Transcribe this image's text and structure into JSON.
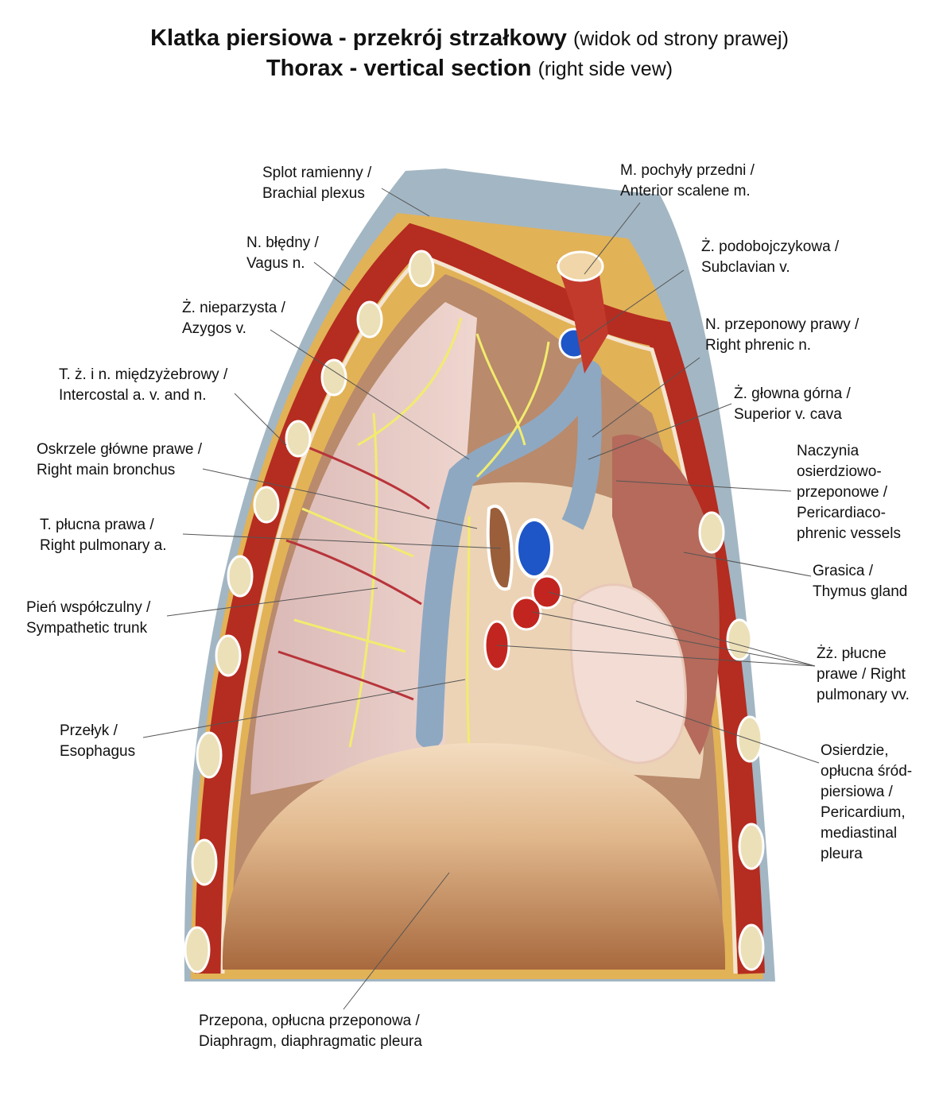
{
  "title": {
    "line1_bold": "Klatka piersiowa - przekrój strzałkowy",
    "line1_normal": "(widok od strony prawej)",
    "line2_bold": "Thorax - vertical section",
    "line2_normal": "(right side vew)"
  },
  "labels_left": [
    {
      "id": "brachial-plexus",
      "text": "Splot ramienny /\nBrachial plexus"
    },
    {
      "id": "vagus",
      "text": "N. błędny /\nVagus n."
    },
    {
      "id": "azygos",
      "text": "Ż. nieparzysta /\nAzygos v."
    },
    {
      "id": "intercostal",
      "text": "T. ż. i n. międzyżebrowy /\nIntercostal a. v. and n."
    },
    {
      "id": "bronchus",
      "text": "Oskrzele główne prawe /\nRight main bronchus"
    },
    {
      "id": "pulmonary-a",
      "text": "T. płucna prawa /\nRight pulmonary a."
    },
    {
      "id": "sympathetic",
      "text": "Pień współczulny /\nSympathetic trunk"
    },
    {
      "id": "esophagus",
      "text": "Przełyk /\nEsophagus"
    },
    {
      "id": "diaphragm",
      "text": "Przepona, opłucna przeponowa /\nDiaphragm, diaphragmatic pleura"
    }
  ],
  "labels_right": [
    {
      "id": "scalene",
      "text": "M. pochyły przedni /\nAnterior scalene m."
    },
    {
      "id": "subclavian",
      "text": "Ż. podobojczykowa /\nSubclavian v."
    },
    {
      "id": "phrenic",
      "text": "N. przeponowy prawy /\nRight phrenic n."
    },
    {
      "id": "svc",
      "text": "Ż. głowna górna /\nSuperior v. cava"
    },
    {
      "id": "pericardiacophrenic",
      "text": "Naczynia\nosierdziowo-\nprzeponowe /\nPericardiaco-\nphrenic vessels"
    },
    {
      "id": "thymus",
      "text": "Grasica /\nThymus gland"
    },
    {
      "id": "pulmonary-vv",
      "text": "Żż. płucne\nprawe / Right\npulmonary vv."
    },
    {
      "id": "pericardium",
      "text": "Osierdzie,\nopłucna śród-\npiersiowa /\nPericardium,\nmediastinal\npleura"
    }
  ]
}
